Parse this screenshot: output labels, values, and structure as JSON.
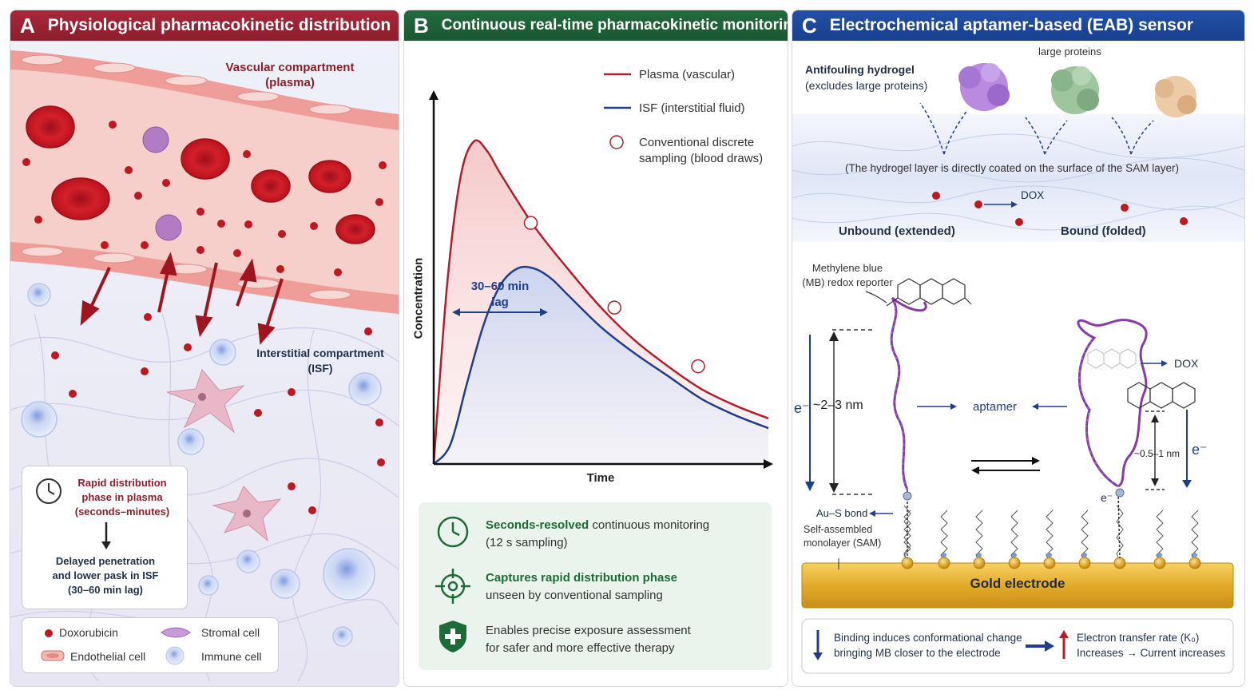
{
  "panel_a": {
    "letter": "A",
    "title": "Physiological pharmacokinetic distribution",
    "vascular_label_1": "Vascular compartment",
    "vascular_label_2": "(plasma)",
    "isf_label_1": "Interstitial compartment",
    "isf_label_2": "(ISF)",
    "summary": {
      "line1": "Rapid distribution",
      "line2": "phase in plasma",
      "line3": "(seconds–minutes)",
      "line4": "Delayed penetration",
      "line5": "and lower pask in ISF",
      "line6": "(30–60 min lag)"
    },
    "legend": {
      "doxorubicin": "Doxorubicin",
      "stromal": "Stromal cell",
      "endothelial": "Endothelial cell",
      "immune": "Immune cell"
    },
    "colors": {
      "accent": "#8c1e2c",
      "drug": "#c0181f",
      "vessel": "#f4c7c2"
    }
  },
  "panel_b": {
    "letter": "B",
    "title": "Continuous real-time pharmacokinetic monitoring",
    "legend": {
      "plasma": "Plasma (vascular)",
      "isf": "ISF (interstitial fluid)",
      "sampling_1": "Conventional discrete",
      "sampling_2": "sampling (blood draws)"
    },
    "xlabel": "Time",
    "ylabel": "Concentration",
    "lag_1": "30–60 min",
    "lag_2": "lag",
    "features": [
      {
        "bold": "Seconds-resolved",
        "rest": " continuous monitoring",
        "line2": "(12 s sampling)",
        "icon": "clock-icon"
      },
      {
        "bold": "Captures rapid distribution phase",
        "rest": "",
        "line2": "unseen by conventional sampling",
        "icon": "target-icon"
      },
      {
        "bold": "",
        "rest": "Enables precise exposure assessment",
        "line2": "for safer and more effective therapy",
        "icon": "shield-plus-icon"
      }
    ],
    "colors": {
      "plasma": "#b01f2e",
      "isf": "#1f3f8c",
      "box": "#eaf3ec"
    }
  },
  "chart_data": {
    "type": "line",
    "xlabel": "Time",
    "ylabel": "Concentration",
    "series": [
      {
        "name": "Plasma (vascular)",
        "x": [
          0,
          0.04,
          0.08,
          0.12,
          0.16,
          0.2,
          0.3,
          0.4,
          0.5,
          0.6,
          0.7,
          0.8,
          0.9,
          1.0
        ],
        "values": [
          0,
          0.55,
          0.88,
          0.99,
          0.96,
          0.89,
          0.73,
          0.6,
          0.48,
          0.38,
          0.3,
          0.23,
          0.18,
          0.14
        ]
      },
      {
        "name": "ISF (interstitial fluid)",
        "x": [
          0,
          0.05,
          0.1,
          0.15,
          0.2,
          0.25,
          0.3,
          0.35,
          0.4,
          0.5,
          0.6,
          0.7,
          0.8,
          0.9,
          1.0
        ],
        "values": [
          0,
          0.06,
          0.25,
          0.43,
          0.55,
          0.6,
          0.6,
          0.57,
          0.52,
          0.42,
          0.34,
          0.27,
          0.2,
          0.15,
          0.11
        ]
      }
    ],
    "sampling_points": {
      "x": [
        0.29,
        0.54,
        0.79
      ],
      "values": [
        0.74,
        0.48,
        0.3
      ]
    }
  },
  "panel_c": {
    "letter": "C",
    "title": "Electrochemical aptamer-based (EAB) sensor",
    "hydrogel_1": "Antifouling hydrogel",
    "hydrogel_2": "(excludes large proteins)",
    "large_proteins": "large proteins",
    "hydrogel_note": "(The hydrogel layer is directly coated on the surface of the SAM layer)",
    "dox_top": "DOX",
    "unbound": "Unbound (extended)",
    "bound": "Bound (folded)",
    "mb_1": "Methylene blue",
    "mb_2": "(MB) redox reporter",
    "e_left": "e⁻",
    "dist_left": "~2–3 nm",
    "aptamer": "aptamer",
    "dox_right": "DOX",
    "dist_right": "~0.5–1 nm",
    "e_right": "e⁻",
    "e_bottom": "e⁻",
    "au_s": "Au–S bond",
    "sam_1": "Self-assembled",
    "sam_2": "monolayer (SAM)",
    "gold": "Gold electrode",
    "note_1": "Binding induces conformational change",
    "note_2": "bringing MB closer to the electrode",
    "note_3": "Electron transfer rate (K₀)",
    "note_4": "Increases → Current increases",
    "colors": {
      "accent": "#1a3f8e",
      "gold": "#e0a82a",
      "aptamer": "#8a3aa8"
    }
  }
}
